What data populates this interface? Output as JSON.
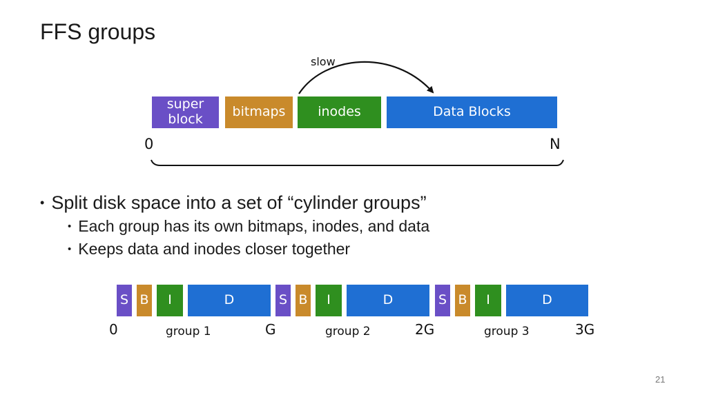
{
  "title": "FFS groups",
  "top_diagram": {
    "arrow_label": "slow",
    "segments": [
      {
        "line1": "super",
        "line2": "block",
        "color": "#6a4fc6"
      },
      {
        "line1": "bitmaps",
        "line2": "",
        "color": "#c98a2b"
      },
      {
        "line1": "inodes",
        "line2": "",
        "color": "#2f8f1f"
      },
      {
        "line1": "Data Blocks",
        "line2": "",
        "color": "#1f6fd3"
      }
    ],
    "start_label": "0",
    "end_label": "N"
  },
  "bullets": {
    "main": "Split disk space into a set of “cylinder groups”",
    "sub1": "Each group has its own bitmaps, inodes, and data",
    "sub2": "Keeps data and inodes closer together"
  },
  "groups_diagram": {
    "segment_labels": [
      "S",
      "B",
      "I",
      "D"
    ],
    "colors": [
      "#6a4fc6",
      "#c98a2b",
      "#2f8f1f",
      "#1f6fd3"
    ],
    "boundary_labels": [
      "0",
      "G",
      "2G",
      "3G"
    ],
    "group_labels": [
      "group 1",
      "group 2",
      "group 3"
    ]
  },
  "page_number": "21"
}
